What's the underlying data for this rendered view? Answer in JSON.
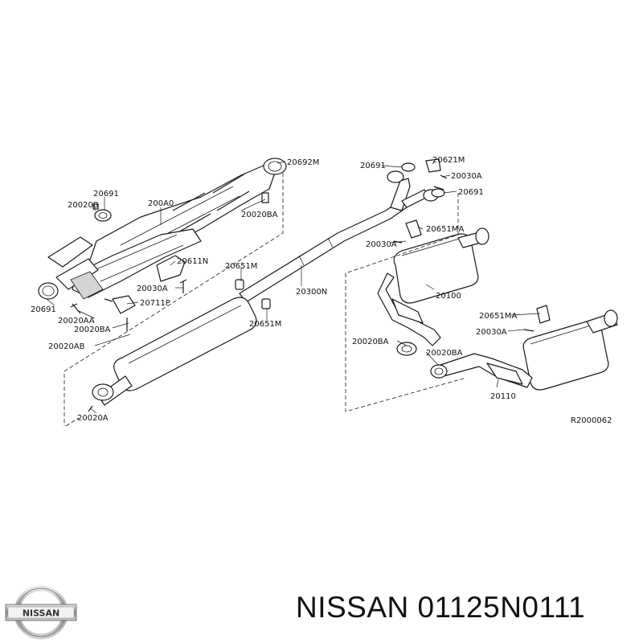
{
  "caption": {
    "brand": "NISSAN",
    "part_number": "01125N0111"
  },
  "logo": {
    "text": "NISSAN"
  },
  "diagram": {
    "figure_code": "R2000062",
    "labels": [
      "20692M",
      "20691",
      "20020B",
      "200A0",
      "20020BA",
      "20611N",
      "20030A",
      "20691",
      "20711P",
      "20020AA",
      "20020BA",
      "20020AB",
      "20651M",
      "20300N",
      "20651M",
      "20020A",
      "20691",
      "20621M",
      "20030A",
      "20691",
      "20651MA",
      "20030A",
      "20100",
      "20651MA",
      "20030A",
      "20020BA",
      "20020BA",
      "20110"
    ]
  }
}
